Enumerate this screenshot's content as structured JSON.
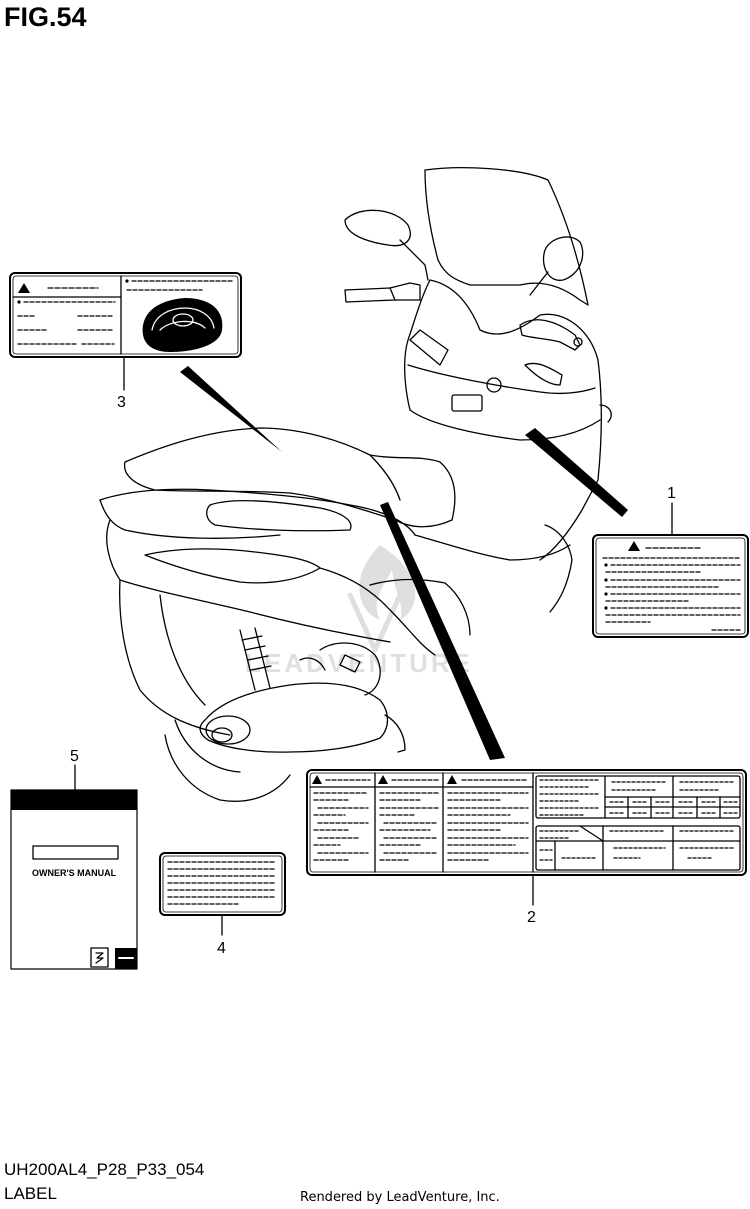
{
  "page": {
    "figure": "FIG.54",
    "model_code": "UH200AL4_P28_P33_054",
    "section": "LABEL",
    "credit": "Rendered by LeadVenture, Inc."
  },
  "watermark": {
    "text": "LEADVENTURE"
  },
  "callouts": [
    {
      "number": "1"
    },
    {
      "number": "2"
    },
    {
      "number": "3"
    },
    {
      "number": "4"
    },
    {
      "number": "5"
    }
  ],
  "owners_manual": {
    "title": "OWNER'S MANUAL",
    "logo": "suzuki-logo-icon"
  },
  "icons": [
    "warning-triangle-icon",
    "helmet-storage-icon"
  ]
}
